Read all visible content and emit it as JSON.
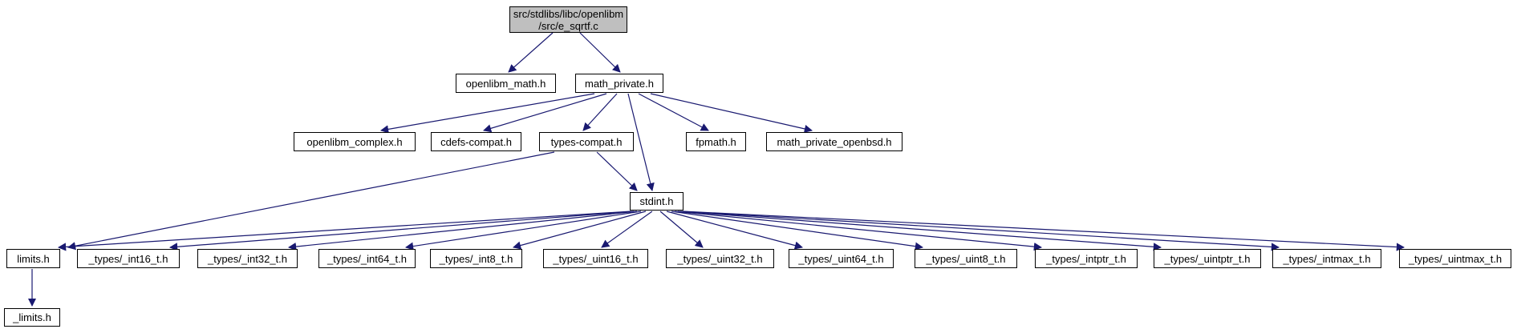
{
  "diagram": {
    "type": "include-dependency-graph",
    "edge_color": "#191970",
    "root_fill": "#bfbfbf",
    "nodes": {
      "root": {
        "label": "src/stdlibs/libc/openlibm\n/src/e_sqrtf.c"
      },
      "openlibm_math": {
        "label": "openlibm_math.h"
      },
      "math_private": {
        "label": "math_private.h"
      },
      "openlibm_complex": {
        "label": "openlibm_complex.h"
      },
      "cdefs_compat": {
        "label": "cdefs-compat.h"
      },
      "types_compat": {
        "label": "types-compat.h"
      },
      "fpmath": {
        "label": "fpmath.h"
      },
      "math_private_openbsd": {
        "label": "math_private_openbsd.h"
      },
      "stdint": {
        "label": "stdint.h"
      },
      "limits": {
        "label": "limits.h"
      },
      "int16": {
        "label": "_types/_int16_t.h"
      },
      "int32": {
        "label": "_types/_int32_t.h"
      },
      "int64": {
        "label": "_types/_int64_t.h"
      },
      "int8": {
        "label": "_types/_int8_t.h"
      },
      "uint16": {
        "label": "_types/_uint16_t.h"
      },
      "uint32": {
        "label": "_types/_uint32_t.h"
      },
      "uint64": {
        "label": "_types/_uint64_t.h"
      },
      "uint8": {
        "label": "_types/_uint8_t.h"
      },
      "intptr": {
        "label": "_types/_intptr_t.h"
      },
      "uintptr": {
        "label": "_types/_uintptr_t.h"
      },
      "intmax": {
        "label": "_types/_intmax_t.h"
      },
      "uintmax": {
        "label": "_types/_uintmax_t.h"
      },
      "_limits": {
        "label": "_limits.h"
      }
    },
    "edges": [
      {
        "from": "root",
        "to": "openlibm_math"
      },
      {
        "from": "root",
        "to": "math_private"
      },
      {
        "from": "math_private",
        "to": "openlibm_complex"
      },
      {
        "from": "math_private",
        "to": "cdefs_compat"
      },
      {
        "from": "math_private",
        "to": "types_compat"
      },
      {
        "from": "math_private",
        "to": "stdint"
      },
      {
        "from": "math_private",
        "to": "fpmath"
      },
      {
        "from": "math_private",
        "to": "math_private_openbsd"
      },
      {
        "from": "types_compat",
        "to": "stdint"
      },
      {
        "from": "types_compat",
        "to": "limits"
      },
      {
        "from": "stdint",
        "to": "limits"
      },
      {
        "from": "stdint",
        "to": "int16"
      },
      {
        "from": "stdint",
        "to": "int32"
      },
      {
        "from": "stdint",
        "to": "int64"
      },
      {
        "from": "stdint",
        "to": "int8"
      },
      {
        "from": "stdint",
        "to": "uint16"
      },
      {
        "from": "stdint",
        "to": "uint32"
      },
      {
        "from": "stdint",
        "to": "uint64"
      },
      {
        "from": "stdint",
        "to": "uint8"
      },
      {
        "from": "stdint",
        "to": "intptr"
      },
      {
        "from": "stdint",
        "to": "uintptr"
      },
      {
        "from": "stdint",
        "to": "intmax"
      },
      {
        "from": "stdint",
        "to": "uintmax"
      },
      {
        "from": "limits",
        "to": "_limits"
      }
    ]
  }
}
